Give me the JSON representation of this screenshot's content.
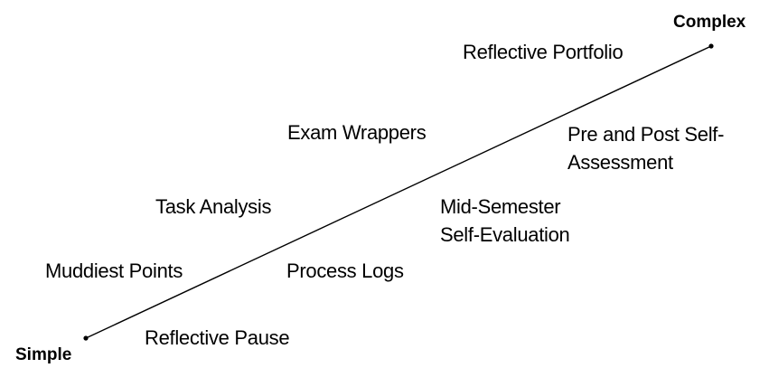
{
  "diagram": {
    "type": "continuum",
    "axis": {
      "start_label": "Simple",
      "end_label": "Complex"
    },
    "colors": {
      "background": "#ffffff",
      "text": "#000000",
      "line": "#000000"
    },
    "items": [
      {
        "label": "Reflective Pause"
      },
      {
        "label": "Muddiest Points"
      },
      {
        "label": "Process Logs"
      },
      {
        "label": "Task Analysis"
      },
      {
        "label": "Mid-Semester\nSelf-Evaluation"
      },
      {
        "label": "Exam Wrappers"
      },
      {
        "label": "Pre and Post Self-\nAssessment"
      },
      {
        "label": "Reflective Portfolio"
      }
    ]
  }
}
